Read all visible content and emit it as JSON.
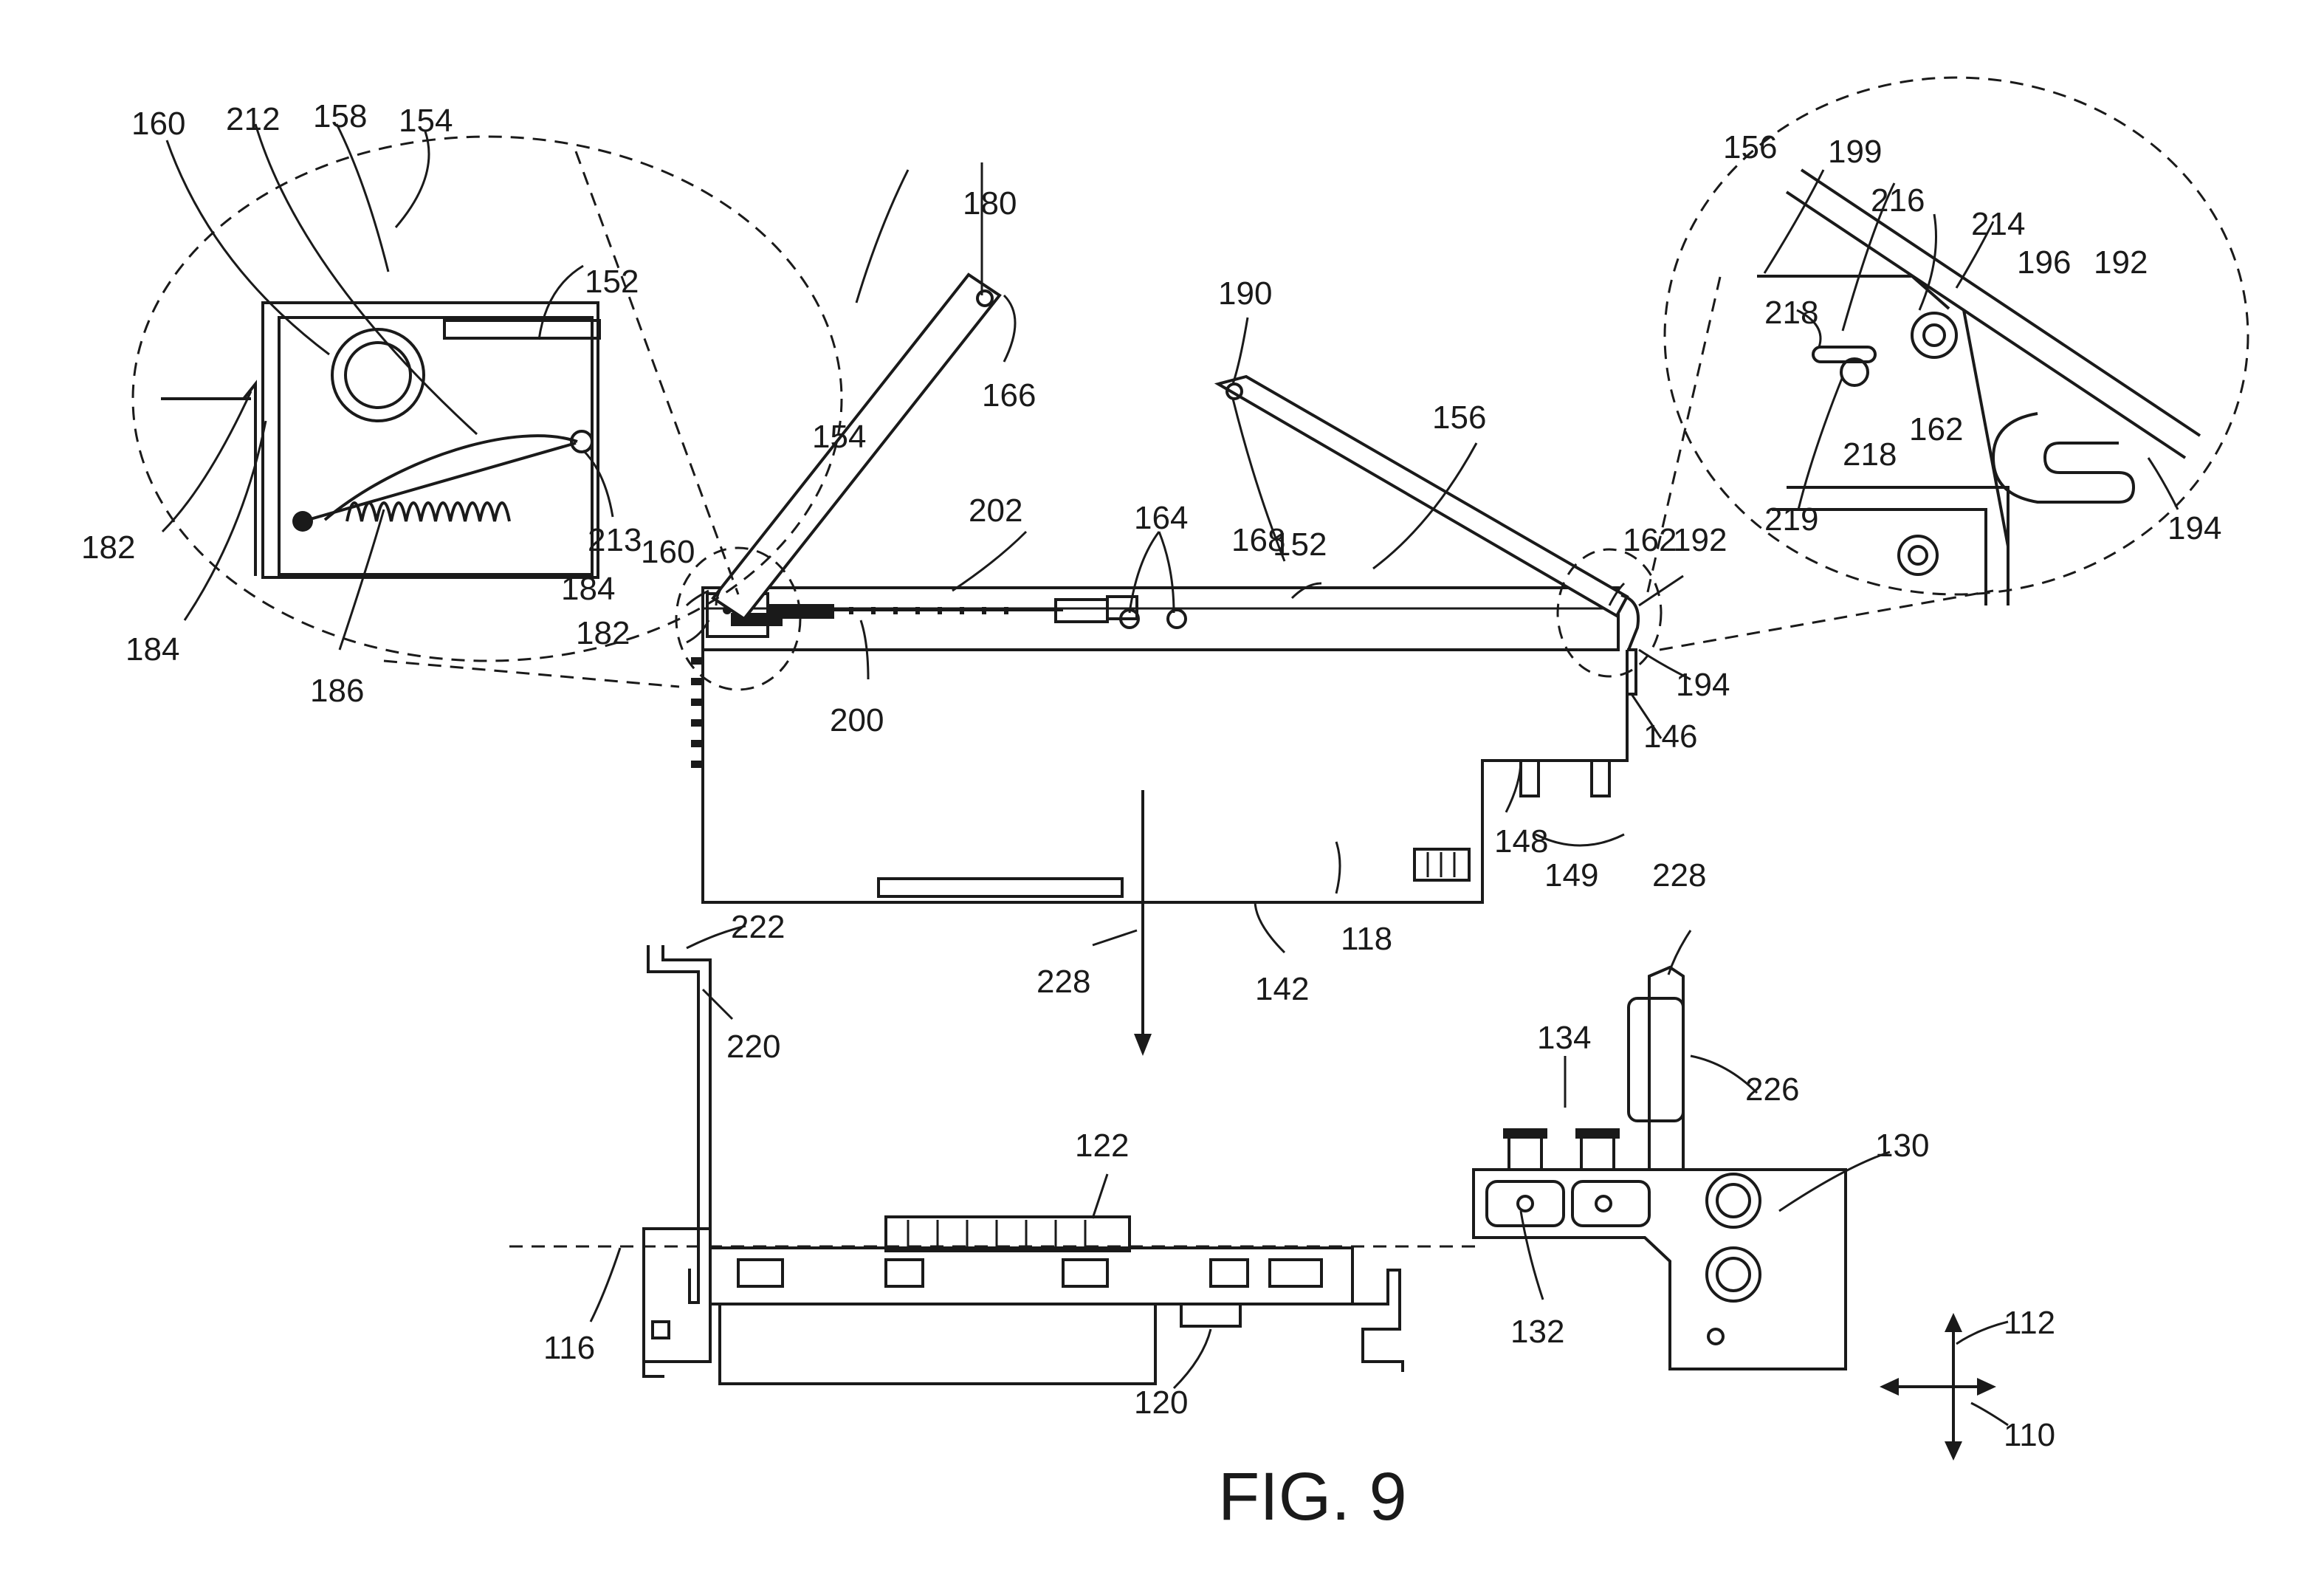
{
  "figure": {
    "caption": "FIG. 9",
    "labels": {
      "l110": "110",
      "l112": "112",
      "l116": "116",
      "l118": "118",
      "l120": "120",
      "l122": "122",
      "l130": "130",
      "l132": "132",
      "l134": "134",
      "l142": "142",
      "l146": "146",
      "l148": "148",
      "l149": "149",
      "l152a": "152",
      "l152b": "152",
      "l154a": "154",
      "l154b": "154",
      "l156a": "156",
      "l156b": "156",
      "l158": "158",
      "l160a": "160",
      "l160b": "160",
      "l162a": "162",
      "l162b": "162",
      "l164": "164",
      "l166": "166",
      "l168": "168",
      "l180": "180",
      "l182a": "182",
      "l182b": "182",
      "l184a": "184",
      "l184b": "184",
      "l186": "186",
      "l190": "190",
      "l192a": "192",
      "l192b": "192",
      "l194a": "194",
      "l194b": "194",
      "l196": "196",
      "l199": "199",
      "l200": "200",
      "l202": "202",
      "l212": "212",
      "l213": "213",
      "l214": "214",
      "l216": "216",
      "l218a": "218",
      "l218b": "218",
      "l219": "219",
      "l220": "220",
      "l222": "222",
      "l226": "226",
      "l228a": "228",
      "l228b": "228"
    }
  }
}
